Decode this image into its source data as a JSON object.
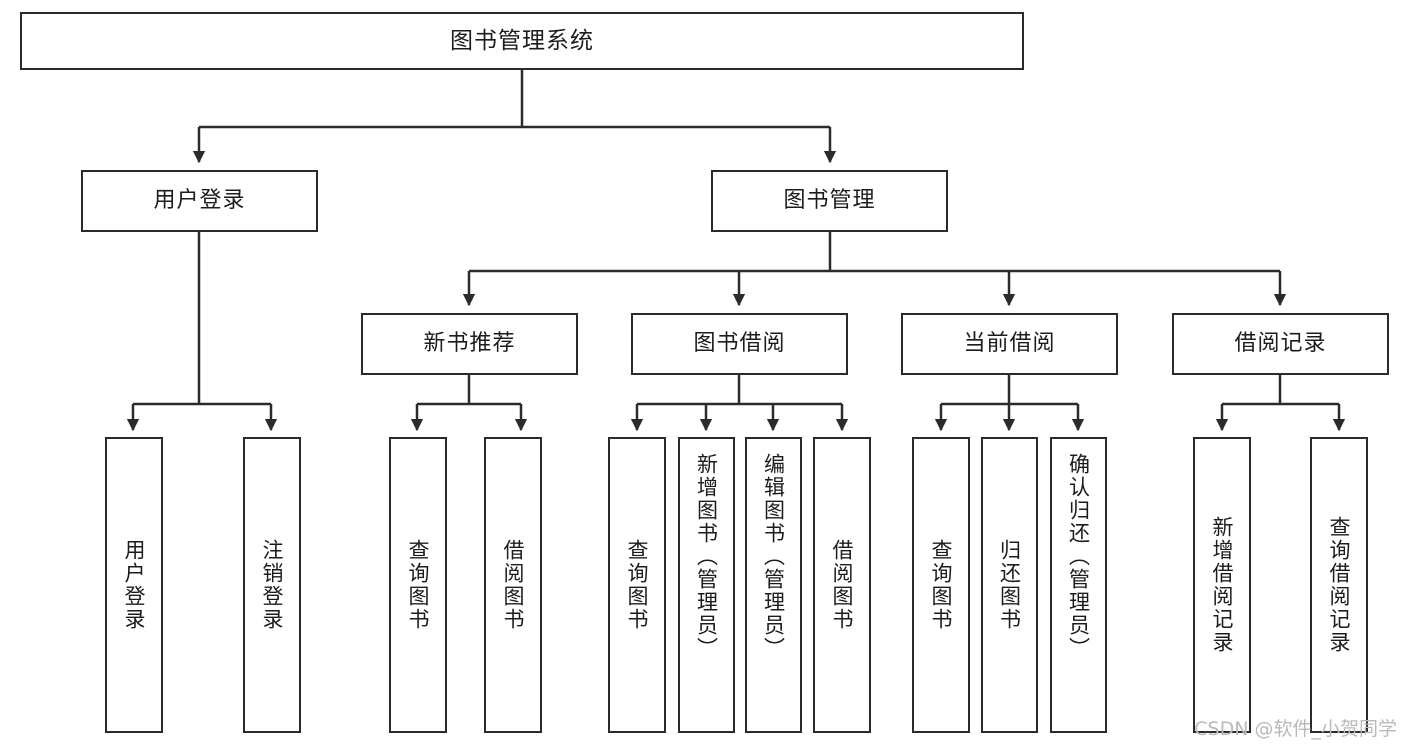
{
  "diagram": {
    "title": "图书管理系统",
    "type": "tree-hierarchy-chart",
    "colors": {
      "box_border": "#2b2b2b",
      "box_fill": "#ffffff",
      "line": "#2b2b2b",
      "text": "#1c1c1c",
      "watermark": "#b9b9b9"
    }
  },
  "watermark": {
    "text": "CSDN @软件_小贺同学"
  },
  "nodes": {
    "root": {
      "label": "图书管理系统"
    },
    "level2": [
      {
        "label": "用户登录"
      },
      {
        "label": "图书管理"
      }
    ],
    "level3": [
      {
        "label": "新书推荐"
      },
      {
        "label": "图书借阅"
      },
      {
        "label": "当前借阅"
      },
      {
        "label": "借阅记录"
      }
    ],
    "leaves": {
      "user_login": [
        {
          "label": "用户登录"
        },
        {
          "label": "注销登录"
        }
      ],
      "new_book_recommend": [
        {
          "label": "查询图书"
        },
        {
          "label": "借阅图书"
        }
      ],
      "book_borrow": [
        {
          "label": "查询图书"
        },
        {
          "label": "新增图书（管理员）"
        },
        {
          "label": "编辑图书（管理员）"
        },
        {
          "label": "借阅图书"
        }
      ],
      "current_borrow": [
        {
          "label": "查询图书"
        },
        {
          "label": "归还图书"
        },
        {
          "label": "确认归还（管理员）"
        }
      ],
      "borrow_record": [
        {
          "label": "新增借阅记录"
        },
        {
          "label": "查询借阅记录"
        }
      ]
    }
  }
}
